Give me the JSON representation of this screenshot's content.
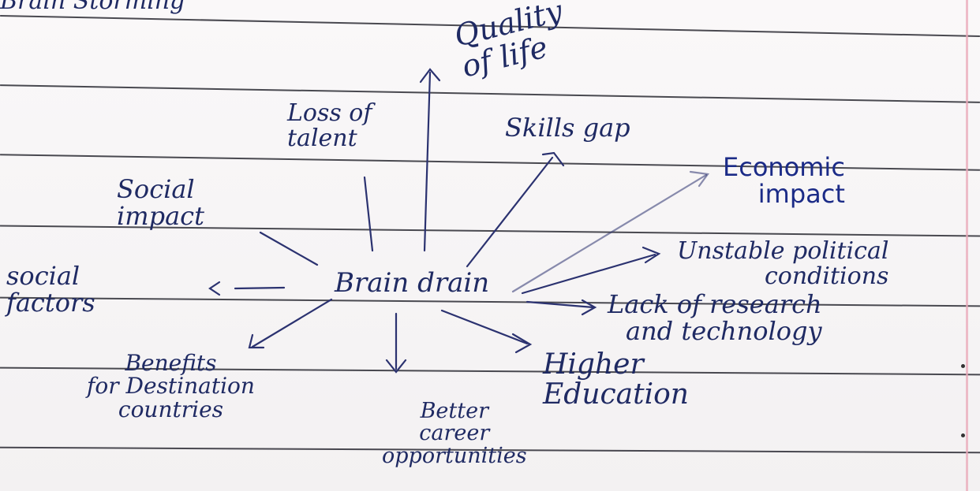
{
  "heading": "Brain Storming",
  "center": "Brain drain",
  "nodes": {
    "quality_of_life": "Quality\nof life",
    "loss_of_talent": "Loss of\ntalent",
    "skills_gap": "Skills gap",
    "economic_impact": "Economic\nimpact",
    "social_impact": "Social\nimpact",
    "unstable_political": "Unstable political\nconditions",
    "social_factors": "social\nfactors",
    "lack_of_research": "Lack of research\nand technology",
    "benefits": "Benefits\nfor Destination\ncountries",
    "better_career": "Better\ncareer\nopportunities",
    "higher_education": "Higher\nEducation"
  },
  "colors": {
    "ink": "#1f2a63",
    "blue_ink": "#1b2b87",
    "rule": "#2a2a32",
    "margin": "#e9a8b8"
  }
}
